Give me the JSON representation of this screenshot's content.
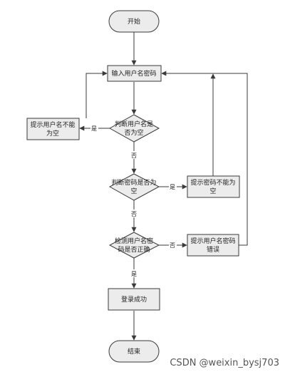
{
  "nodes": {
    "start": "开始",
    "input": "输入用户名密码",
    "check_user_1": "判断用户名是",
    "check_user_2": "否为空",
    "warn_user_1": "提示用户名不能",
    "warn_user_2": "为空",
    "check_pwd_1": "判断密码是否为",
    "check_pwd_2": "空",
    "warn_pwd_1": "提示密码不能为",
    "warn_pwd_2": "空",
    "verify_1": "检测用户名密",
    "verify_2": "码是否正确",
    "warn_wrong_1": "提示用户名密码",
    "warn_wrong_2": "错误",
    "success": "登录成功",
    "end": "结束"
  },
  "labels": {
    "yes_user": "是",
    "no_user": "否",
    "yes_pwd": "是",
    "no_pwd": "否",
    "no_verify": "否",
    "yes_verify": "是"
  },
  "watermark": "CSDN @weixin_bysj703"
}
